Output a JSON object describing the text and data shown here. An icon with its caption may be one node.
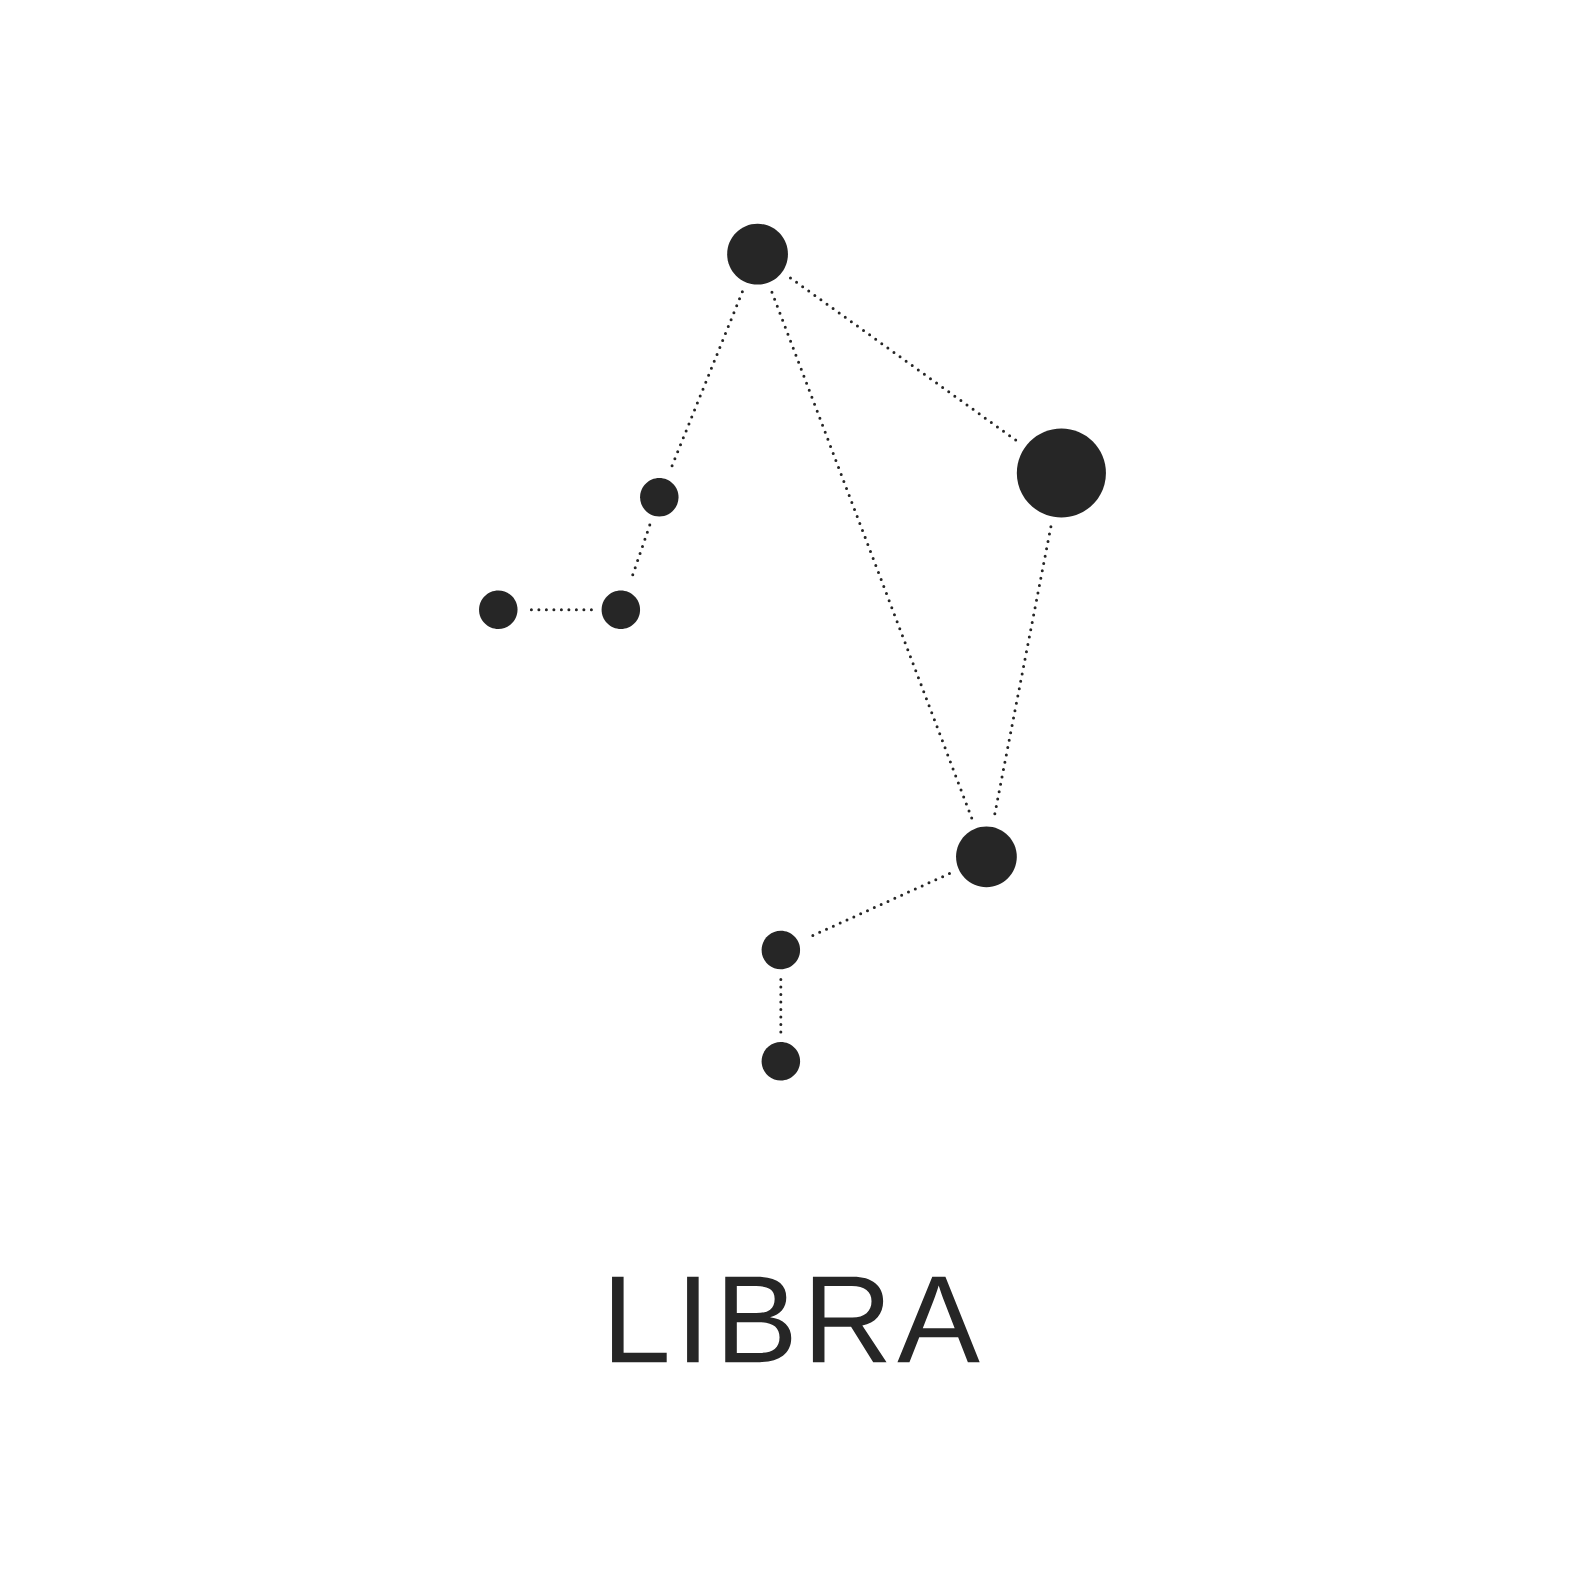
{
  "diagram": {
    "title": "LIBRA",
    "nodes": [
      {
        "text": [],
        "shape": "circle"
      },
      {
        "text": [],
        "shape": "circle"
      },
      {
        "text": [],
        "shape": "circle"
      },
      {
        "text": [],
        "shape": "circle"
      },
      {
        "text": [],
        "shape": "circle"
      },
      {
        "text": [],
        "shape": "circle"
      },
      {
        "text": [],
        "shape": "circle"
      },
      {
        "text": [],
        "shape": "circle"
      }
    ],
    "edges": [
      {
        "from": 0,
        "to": 2,
        "arrow": "none"
      },
      {
        "from": 2,
        "to": 4,
        "arrow": "none"
      },
      {
        "from": 4,
        "to": 3,
        "arrow": "none"
      },
      {
        "from": 0,
        "to": 1,
        "arrow": "none"
      },
      {
        "from": 0,
        "to": 5,
        "arrow": "none"
      },
      {
        "from": 1,
        "to": 5,
        "arrow": "none"
      },
      {
        "from": 5,
        "to": 6,
        "arrow": "none"
      },
      {
        "from": 6,
        "to": 7,
        "arrow": "none"
      }
    ]
  }
}
